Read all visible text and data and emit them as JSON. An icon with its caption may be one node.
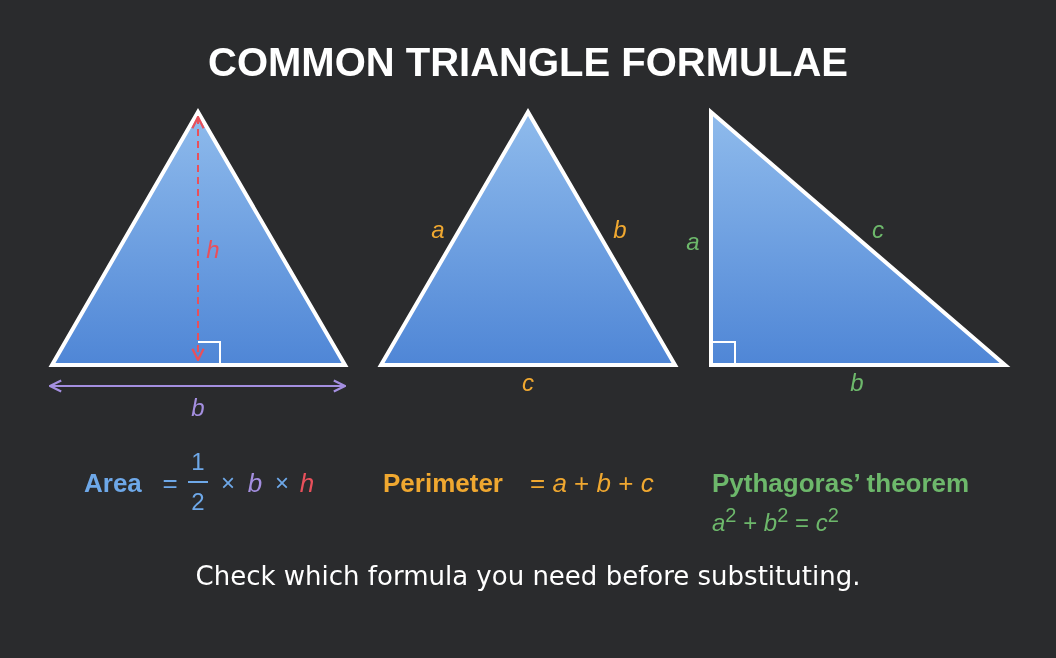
{
  "diagram": {
    "title": "COMMON TRIANGLE FORMULAE",
    "caption": "Check which formula you need before substituting.",
    "labels": [
      "h",
      "b",
      "a",
      "b",
      "c",
      "a",
      "c",
      "b",
      "Area",
      "=",
      "1",
      "2",
      "×",
      "b",
      "×",
      "h",
      "Perimeter",
      "= *a* + *b* + *c*",
      "Pythagoras’ theorem",
      "*a*$^{2}$ + *b*$^{2}$ = *c*$^{2}$"
    ]
  }
}
